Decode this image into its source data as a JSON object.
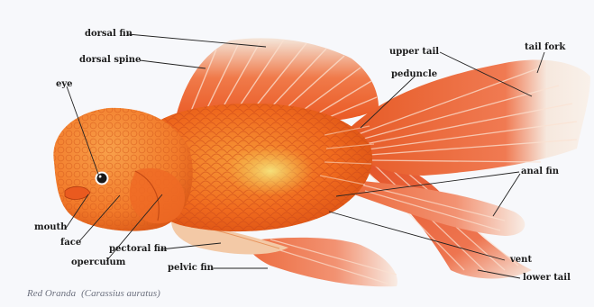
{
  "labels": {
    "dorsal_fin": "dorsal fin",
    "dorsal_spine": "dorsal spine",
    "eye": "eye",
    "upper_tail": "upper tail",
    "tail_fork": "tail fork",
    "peduncle": "peduncle",
    "anal_fin": "anal fin",
    "mouth": "mouth",
    "face": "face",
    "pectoral_fin": "pectoral fin",
    "operculum": "operculum",
    "pelvic_fin": "pelvic fin",
    "vent": "vent",
    "lower_tail": "lower tail"
  },
  "caption": {
    "common_name": "Red Oranda",
    "scientific_name": "(Carassius auratus)"
  },
  "colors": {
    "body_orange": "#f06a1e",
    "head_orange": "#f27a2a",
    "fin_red": "#e8552a",
    "fin_tip": "#f6efe6",
    "scale_yellow": "#f3d04c",
    "leader": "#222222"
  }
}
